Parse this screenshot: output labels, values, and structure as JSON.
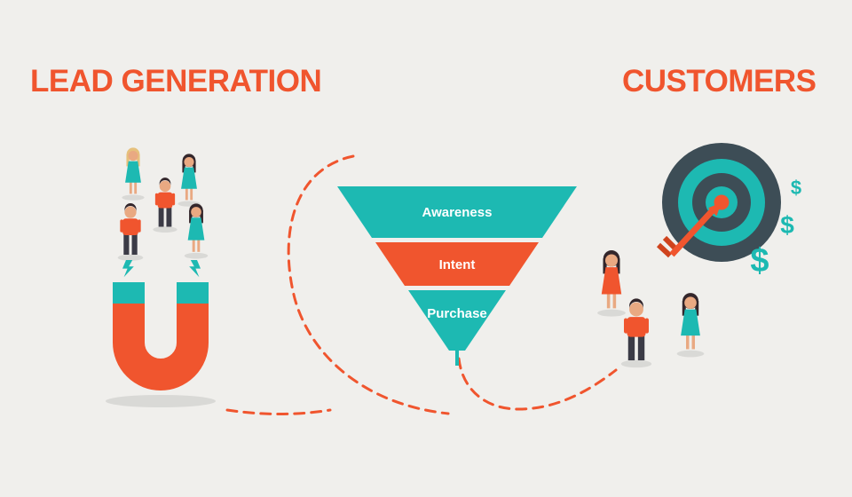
{
  "colors": {
    "background": "#f0efec",
    "orange": "#f0552e",
    "orange-dark": "#cf431d",
    "teal": "#1db9b2",
    "dark": "#3d4d56",
    "skin": "#e9a982",
    "hair": "#33262b",
    "blonde": "#e6c07c",
    "pants": "#3b3b46"
  },
  "titles": {
    "lead_generation": "LEAD GENERATION",
    "customers": "CUSTOMERS"
  },
  "funnel": {
    "stages": [
      {
        "label": "Awareness",
        "color": "#1db9b2"
      },
      {
        "label": "Intent",
        "color": "#f0552e"
      },
      {
        "label": "Purchase",
        "color": "#1db9b2"
      }
    ]
  },
  "dollar_signs": [
    "$",
    "$",
    "$"
  ]
}
